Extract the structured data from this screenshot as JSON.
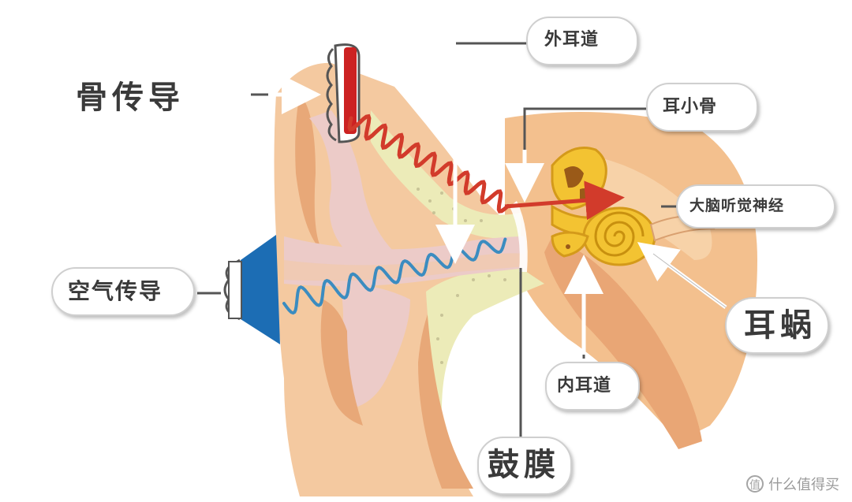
{
  "labels": {
    "bone_conduction": "骨传导",
    "air_conduction": "空气传导",
    "outer_ear_canal": "外耳道",
    "ossicles": "耳小骨",
    "auditory_nerve": "大脑听觉神经",
    "cochlea": "耳蜗",
    "inner_ear_canal": "内耳道",
    "eardrum": "鼓膜"
  },
  "watermark": {
    "text": "什么值得买",
    "icon": "值"
  },
  "colors": {
    "skin": "#f4c9a0",
    "skin_dark": "#e8a878",
    "skin_shadow": "#d98f62",
    "pink": "#eccbc8",
    "bone": "#ecebb8",
    "cochlea": "#f3c332",
    "bone_wave": "#d23b2b",
    "air_wave": "#3b8cc0",
    "speaker": "#1c6db4",
    "bone_pad": "#cc2222",
    "arrow": "#ffffff"
  }
}
